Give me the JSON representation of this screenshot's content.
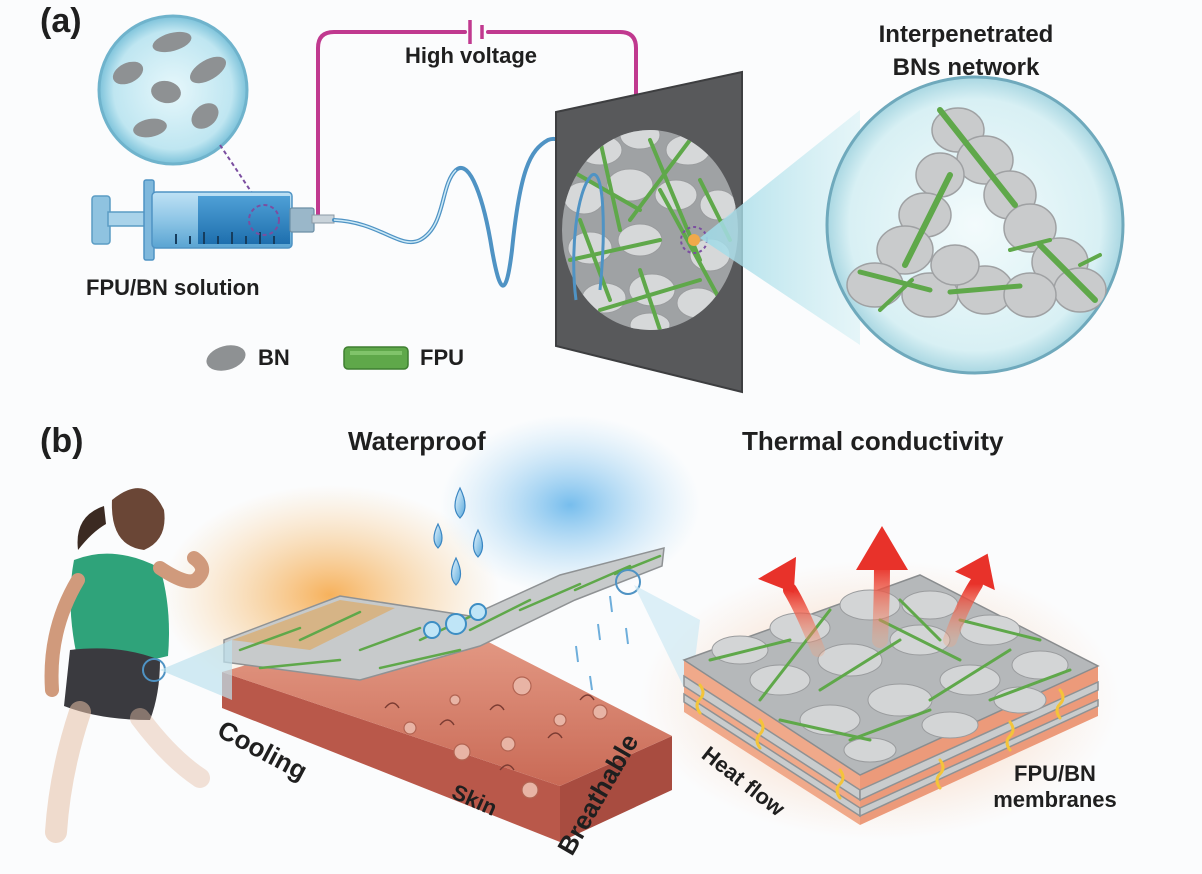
{
  "panel_a": {
    "label": "(a)",
    "voltage_label": "High voltage",
    "syringe_label": "FPU/BN solution",
    "network_title_line1": "Interpenetrated",
    "network_title_line2": "BNs network",
    "legend_bn": "BN",
    "legend_fpu": "FPU"
  },
  "panel_b": {
    "label": "(b)",
    "waterproof": "Waterproof",
    "thermal": "Thermal conductivity",
    "cooling": "Cooling",
    "skin": "Skin",
    "breathable": "Breathable",
    "heat_flow": "Heat flow",
    "membranes_line1": "FPU/BN",
    "membranes_line2": "membranes"
  },
  "colors": {
    "fpu_green": "#5fa84a",
    "bn_gray": "#b9bbbc",
    "wire_magenta": "#c0398f",
    "jet_blue": "#4f93c4",
    "skin": "#d9846f",
    "heat_arrow": "#e8322a",
    "shirt": "#2fa37a"
  }
}
